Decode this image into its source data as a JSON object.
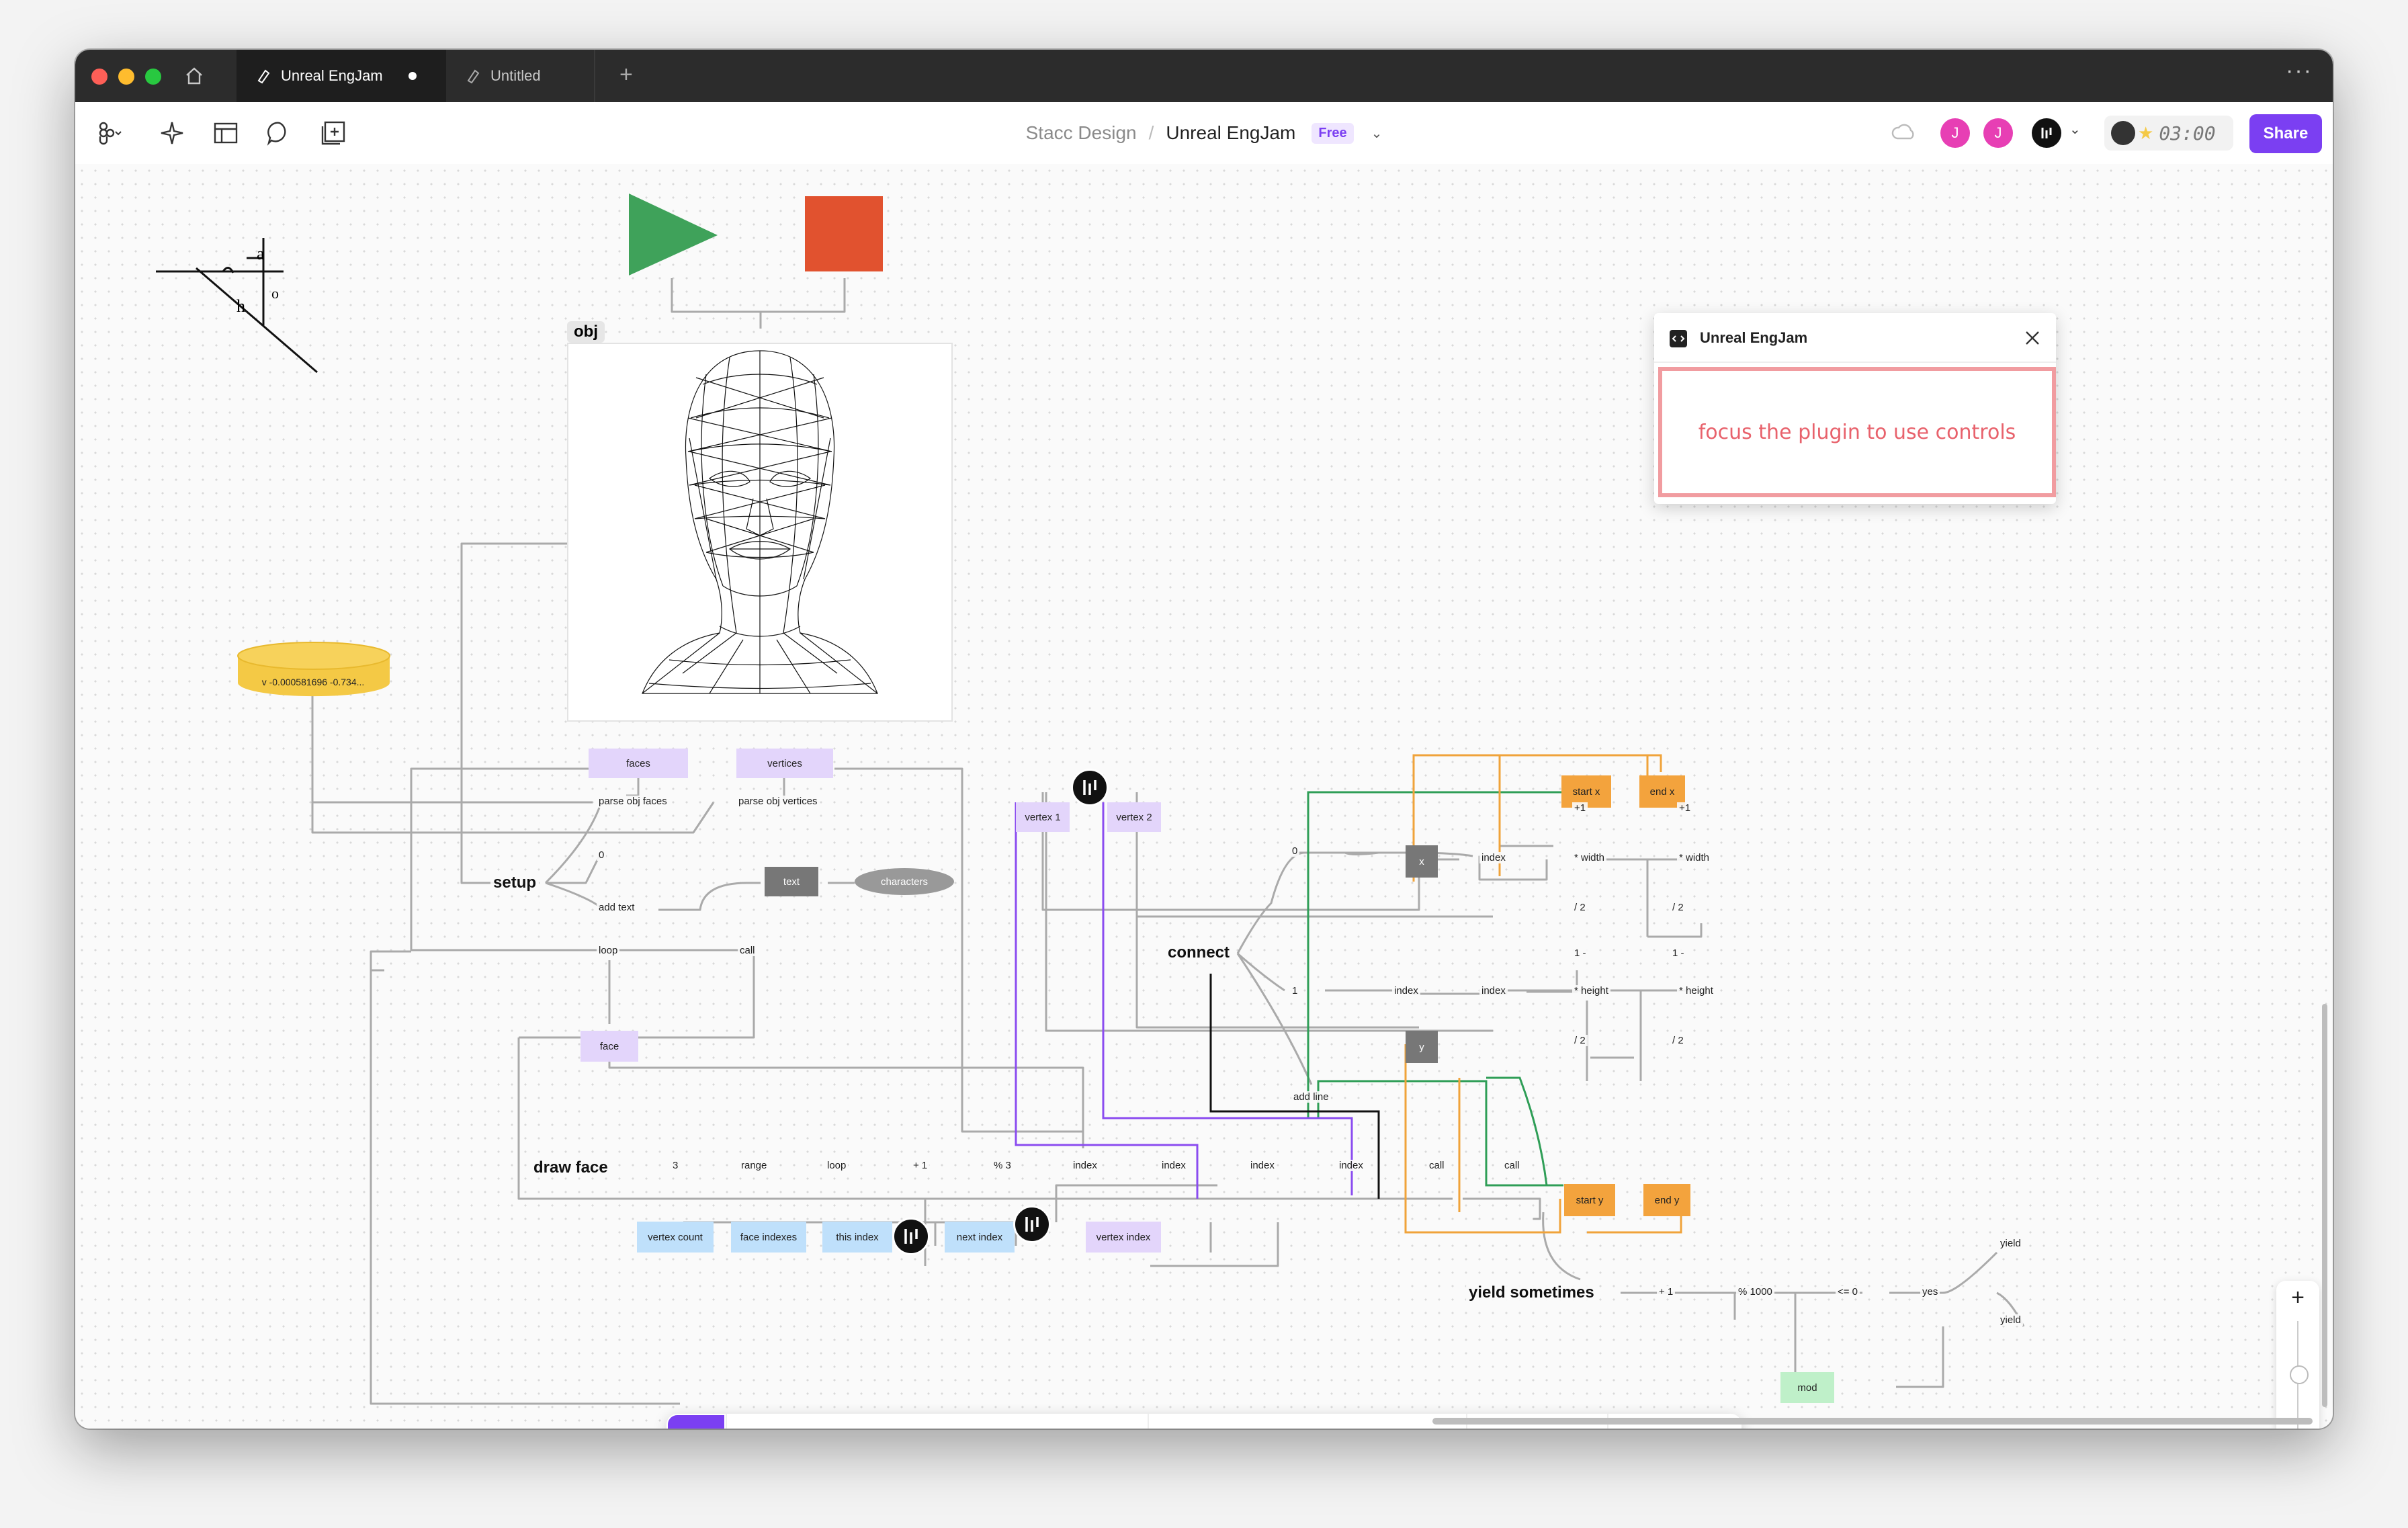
{
  "tabs": [
    {
      "label": "Unreal EngJam",
      "active": true
    },
    {
      "label": "Untitled",
      "active": false
    }
  ],
  "toolbar": {
    "team": "Stacc Design",
    "separator": "/",
    "file_name": "Unreal EngJam",
    "plan_badge": "Free",
    "avatars": [
      "J",
      "J"
    ],
    "timer": "03:00",
    "share_label": "Share"
  },
  "plugin": {
    "title": "Unreal EngJam",
    "message": "focus the plugin to use controls"
  },
  "canvas": {
    "obj_label": "obj",
    "cylinder_text": "v -0.000581696 -0.734...",
    "sketch_labels": [
      "a",
      "o",
      "h"
    ],
    "nodes": {
      "faces": "faces",
      "vertices": "vertices",
      "parse_obj_faces": "parse obj faces",
      "parse_obj_vertices": "parse obj vertices",
      "setup": "setup",
      "zero": "0",
      "add_text": "add text",
      "text": "text",
      "characters": "characters",
      "loop": "loop",
      "call": "call",
      "face": "face",
      "vertex1": "vertex 1",
      "vertex2": "vertex 2",
      "connect": "connect",
      "c0": "0",
      "c1": "1",
      "x": "x",
      "y": "y",
      "index_a": "index",
      "index_b": "index",
      "index_c": "index",
      "add_line": "add line",
      "start_x": "start x",
      "end_x": "end x",
      "start_y": "start y",
      "end_y": "end y",
      "plus1_a": "+1",
      "plus1_b": "+1",
      "width_a": "* width",
      "width_b": "* width",
      "div2_a": "/ 2",
      "div2_b": "/ 2",
      "one_minus_a": "1 -",
      "one_minus_b": "1 -",
      "height_a": "* height",
      "height_b": "* height",
      "div2_c": "/ 2",
      "div2_d": "/ 2",
      "draw_face": "draw face",
      "three": "3",
      "range": "range",
      "loop2": "loop",
      "plus1": "+ 1",
      "mod3": "% 3",
      "index1": "index",
      "index2": "index",
      "index3": "index",
      "index4": "index",
      "call2": "call",
      "call3": "call",
      "vertex_count": "vertex count",
      "face_indexes": "face indexes",
      "this_index": "this index",
      "next_index": "next index",
      "vertex_index": "vertex index",
      "yield_sometimes": "yield sometimes",
      "plus1_y": "+ 1",
      "mod1000": "% 1000",
      "le0": "<= 0",
      "yes": "yes",
      "yield1": "yield",
      "yield2": "yield",
      "mod": "mod"
    }
  },
  "colors": {
    "accent": "#7b3ff2",
    "play": "#3fa25a",
    "stop": "#e1522f",
    "wire_gray": "#aaaaaa",
    "wire_purple": "#8b4cf0",
    "wire_green": "#2f9e57",
    "wire_orange": "#f0a33a",
    "cylinder": "#f4c945"
  },
  "icons": {
    "menu": "figma-menu-icon",
    "ai": "sparkle-icon",
    "layout": "layout-icon",
    "comment": "comment-icon",
    "add_page": "add-page-icon",
    "home": "home-icon"
  }
}
